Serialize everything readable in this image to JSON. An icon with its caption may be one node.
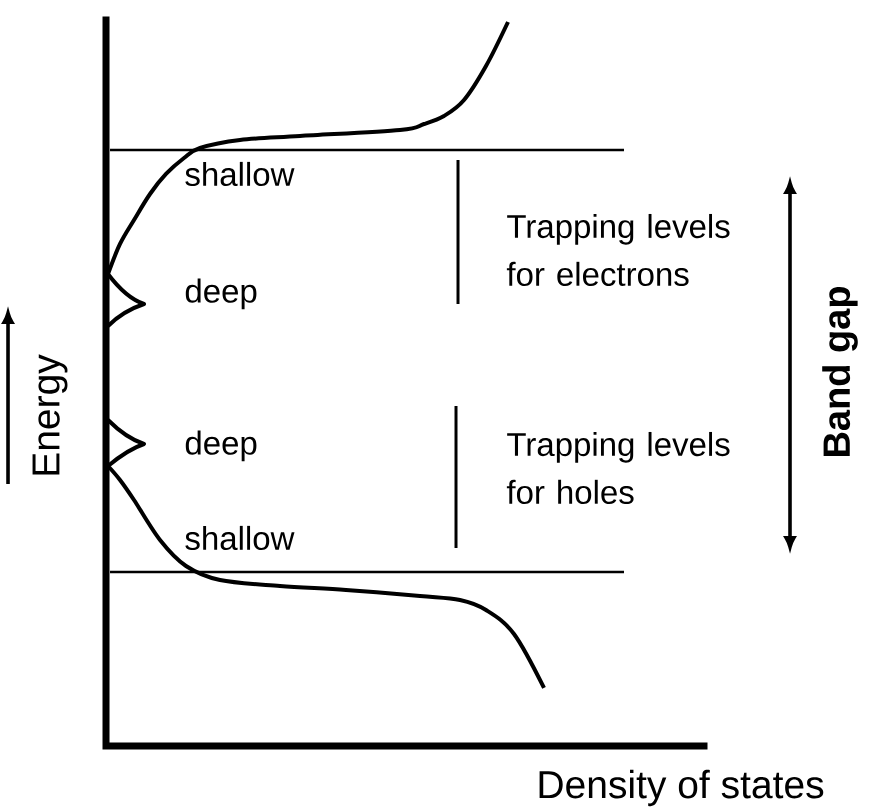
{
  "diagram": {
    "labels": [
      "shallow",
      "deep",
      "deep",
      "shallow",
      "Trapping levels for electrons",
      "Trapping levels for holes",
      "Band gap",
      "Energy",
      "Density of states"
    ]
  }
}
